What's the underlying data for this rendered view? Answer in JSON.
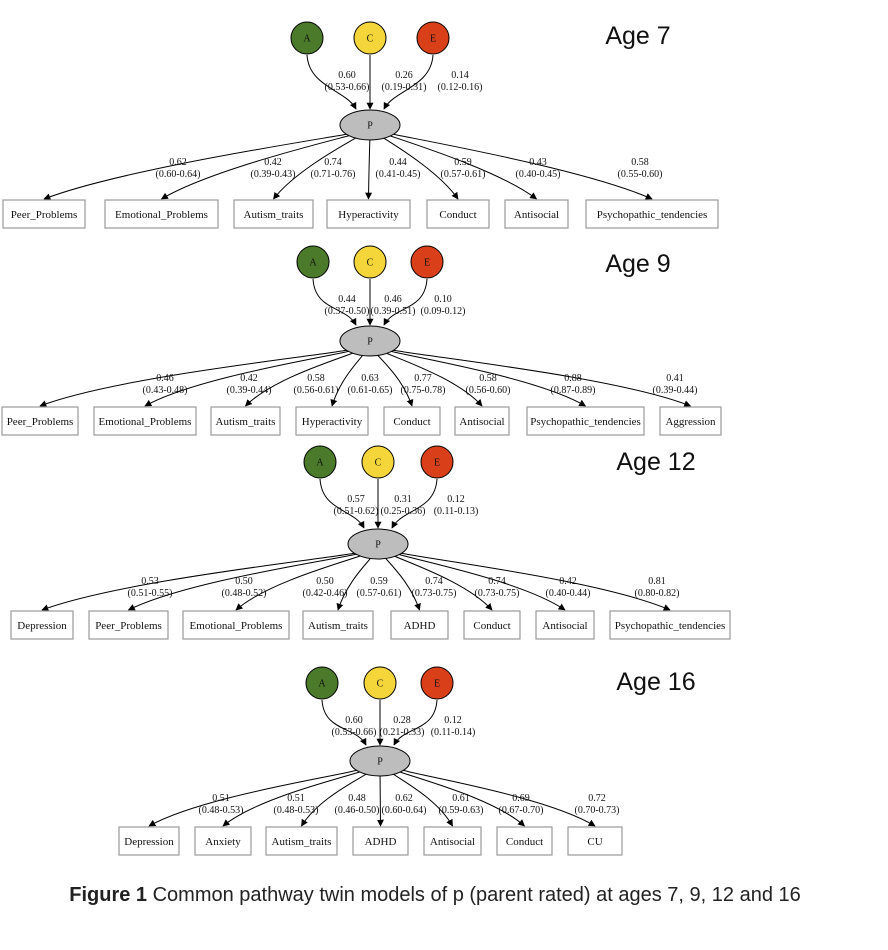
{
  "caption": {
    "label": "Figure 1",
    "text": "Common pathway twin models of p (parent rated) at ages 7, 9, 12 and 16"
  },
  "colors": {
    "A": "#4a7a2a",
    "C": "#f5d63a",
    "E": "#d9401a",
    "P": "#bdbdbd"
  },
  "panels": [
    {
      "title": "Age 7",
      "latent": {
        "label": "P"
      },
      "sources": [
        {
          "label": "A",
          "estimate": "0.60",
          "ci": "(0.53-0.66)"
        },
        {
          "label": "C",
          "estimate": "0.26",
          "ci": "(0.19-0.31)"
        },
        {
          "label": "E",
          "estimate": "0.14",
          "ci": "(0.12-0.16)"
        }
      ],
      "indicators": [
        {
          "label": "Peer_Problems",
          "estimate": "0.62",
          "ci": "(0.60-0.64)"
        },
        {
          "label": "Emotional_Problems",
          "estimate": "0.42",
          "ci": "(0.39-0.43)"
        },
        {
          "label": "Autism_traits",
          "estimate": "0.74",
          "ci": "(0.71-0.76)"
        },
        {
          "label": "Hyperactivity",
          "estimate": "0.44",
          "ci": "(0.41-0.45)"
        },
        {
          "label": "Conduct",
          "estimate": "0.59",
          "ci": "(0.57-0.61)"
        },
        {
          "label": "Antisocial",
          "estimate": "0.43",
          "ci": "(0.40-0.45)"
        },
        {
          "label": "Psychopathic_tendencies",
          "estimate": "0.58",
          "ci": "(0.55-0.60)"
        }
      ]
    },
    {
      "title": "Age 9",
      "latent": {
        "label": "P"
      },
      "sources": [
        {
          "label": "A",
          "estimate": "0.44",
          "ci": "(0.37-0.50)"
        },
        {
          "label": "C",
          "estimate": "0.46",
          "ci": "(0.39-0.51)"
        },
        {
          "label": "E",
          "estimate": "0.10",
          "ci": "(0.09-0.12)"
        }
      ],
      "indicators": [
        {
          "label": "Peer_Problems",
          "estimate": "0.46",
          "ci": "(0.43-0.48)"
        },
        {
          "label": "Emotional_Problems",
          "estimate": "0.42",
          "ci": "(0.39-0.44)"
        },
        {
          "label": "Autism_traits",
          "estimate": "0.58",
          "ci": "(0.56-0.61)"
        },
        {
          "label": "Hyperactivity",
          "estimate": "0.63",
          "ci": "(0.61-0.65)"
        },
        {
          "label": "Conduct",
          "estimate": "0.77",
          "ci": "(0.75-0.78)"
        },
        {
          "label": "Antisocial",
          "estimate": "0.58",
          "ci": "(0.56-0.60)"
        },
        {
          "label": "Psychopathic_tendencies",
          "estimate": "0.88",
          "ci": "(0.87-0.89)"
        },
        {
          "label": "Aggression",
          "estimate": "0.41",
          "ci": "(0.39-0.44)"
        }
      ]
    },
    {
      "title": "Age 12",
      "latent": {
        "label": "P"
      },
      "sources": [
        {
          "label": "A",
          "estimate": "0.57",
          "ci": "(0.51-0.62)"
        },
        {
          "label": "C",
          "estimate": "0.31",
          "ci": "(0.25-0.36)"
        },
        {
          "label": "E",
          "estimate": "0.12",
          "ci": "(0.11-0.13)"
        }
      ],
      "indicators": [
        {
          "label": "Depression",
          "estimate": "0.53",
          "ci": "(0.51-0.55)"
        },
        {
          "label": "Peer_Problems",
          "estimate": "0.50",
          "ci": "(0.48-0.52)"
        },
        {
          "label": "Emotional_Problems",
          "estimate": "0.50",
          "ci": "(0.42-0.46)"
        },
        {
          "label": "Autism_traits",
          "estimate": "0.59",
          "ci": "(0.57-0.61)"
        },
        {
          "label": "ADHD",
          "estimate": "0.74",
          "ci": "(0.73-0.75)"
        },
        {
          "label": "Conduct",
          "estimate": "0.74",
          "ci": "(0.73-0.75)"
        },
        {
          "label": "Antisocial",
          "estimate": "0.42",
          "ci": "(0.40-0.44)"
        },
        {
          "label": "Psychopathic_tendencies",
          "estimate": "0.81",
          "ci": "(0.80-0.82)"
        }
      ]
    },
    {
      "title": "Age 16",
      "latent": {
        "label": "P"
      },
      "sources": [
        {
          "label": "A",
          "estimate": "0.60",
          "ci": "(0.53-0.66)"
        },
        {
          "label": "C",
          "estimate": "0.28",
          "ci": "(0.21-0.33)"
        },
        {
          "label": "E",
          "estimate": "0.12",
          "ci": "(0.11-0.14)"
        }
      ],
      "indicators": [
        {
          "label": "Depression",
          "estimate": "0.51",
          "ci": "(0.48-0.53)"
        },
        {
          "label": "Anxiety",
          "estimate": "0.51",
          "ci": "(0.48-0.53)"
        },
        {
          "label": "Autism_traits",
          "estimate": "0.48",
          "ci": "(0.46-0.50)"
        },
        {
          "label": "ADHD",
          "estimate": "0.62",
          "ci": "(0.60-0.64)"
        },
        {
          "label": "Antisocial",
          "estimate": "0.61",
          "ci": "(0.59-0.63)"
        },
        {
          "label": "Conduct",
          "estimate": "0.69",
          "ci": "(0.67-0.70)"
        },
        {
          "label": "CU",
          "estimate": "0.72",
          "ci": "(0.70-0.73)"
        }
      ]
    }
  ]
}
